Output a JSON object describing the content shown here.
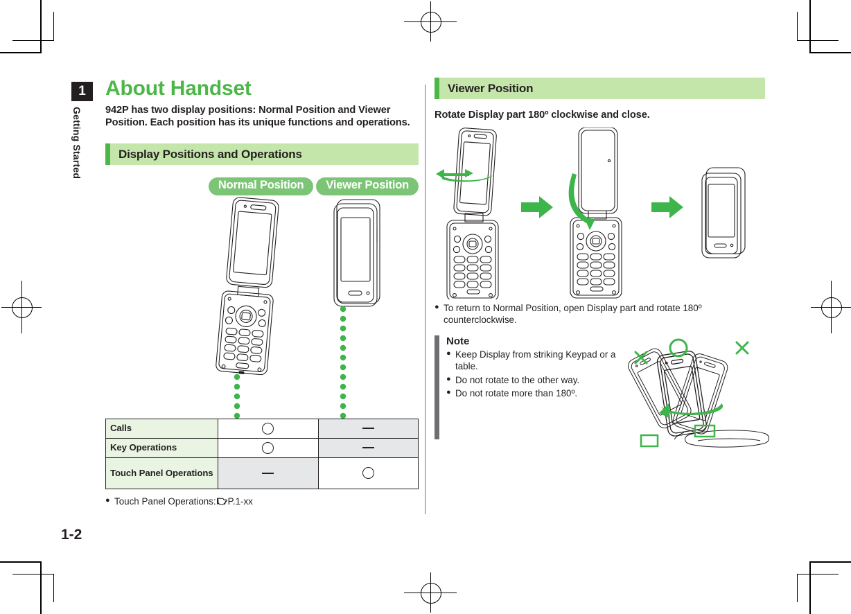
{
  "page": {
    "folio": "1-2",
    "chapter_number": "1",
    "chapter_label": "Getting Started"
  },
  "colors": {
    "accent_green": "#4cb748",
    "pill_green": "#7cc576",
    "section_bg": "#c5e6ab",
    "table_label_bg": "#e9f4e2",
    "table_shade_bg": "#e6e7e8",
    "note_bar": "#6d6e71",
    "ink": "#231f20"
  },
  "left_column": {
    "title": "About Handset",
    "lead": "942P has two display positions: Normal Position and Viewer Position. Each position has its unique functions and operations.",
    "section_heading": "Display Positions and Operations",
    "pills": [
      {
        "label": "Normal Position"
      },
      {
        "label": "Viewer Position"
      }
    ],
    "table": {
      "columns": [
        "",
        "Normal Position",
        "Viewer Position"
      ],
      "rows": [
        {
          "label": "Calls",
          "normal": "circle",
          "viewer": "dash"
        },
        {
          "label": "Key Operations",
          "normal": "circle",
          "viewer": "dash"
        },
        {
          "label": "Touch Panel Operations",
          "normal": "dash",
          "viewer": "circle"
        }
      ]
    },
    "footnote": {
      "text_before": "Touch Panel Operations:",
      "reference": "P.1-xx",
      "icon": "hand-pointer-icon"
    }
  },
  "right_column": {
    "section_heading": "Viewer Position",
    "subheading": "Rotate Display part 180º clockwise and close.",
    "bullet": "To return to Normal Position, open Display part and rotate 180º counterclockwise.",
    "note": {
      "title": "Note",
      "items": [
        "Keep Display from striking Keypad or a table.",
        "Do not rotate to the other way.",
        "Do not rotate more than 180º."
      ]
    },
    "steps": [
      {
        "name": "open-handset-rotate-display"
      },
      {
        "name": "handset-closing-display"
      },
      {
        "name": "handset-viewer-position-closed"
      }
    ],
    "note_illustration": {
      "ok_mark": "O",
      "bad_mark_left": "×",
      "bad_mark_right": "×"
    }
  }
}
